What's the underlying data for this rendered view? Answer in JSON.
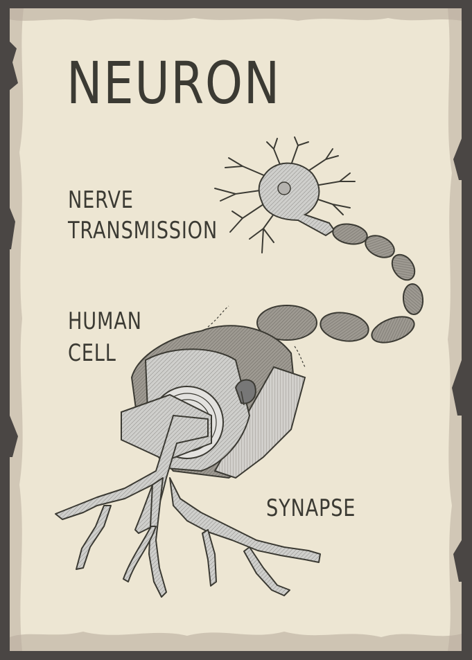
{
  "poster": {
    "title": "NEURON",
    "labels": {
      "nerve": [
        "NERVE",
        "TRANSMISSION"
      ],
      "human": [
        "HUMAN",
        "CELL"
      ],
      "synapse": "SYNAPSE"
    }
  },
  "colors": {
    "paper": "#ede6d3",
    "frame": "#4a4644",
    "ink": "#3b3a33",
    "myelin": "#a7a39b",
    "myelin_dark": "#8c877f",
    "cell_light": "#d9d9d7"
  }
}
